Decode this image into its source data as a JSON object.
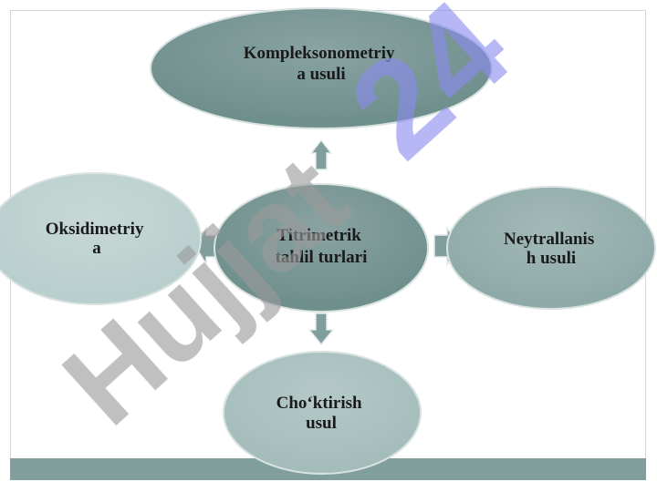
{
  "diagram": {
    "center": {
      "lines": [
        "Titrimetrik",
        "tahlil turlari"
      ],
      "fill": "#6f8f8d"
    },
    "nodes": {
      "top": {
        "lines": [
          "Kompleksonometriy",
          "a usuli"
        ],
        "fill": "#6f8f8d"
      },
      "right": {
        "lines": [
          "Neytrallanis",
          "h usuli"
        ],
        "fill": "#8eaaa8"
      },
      "bottom": {
        "lines": [
          "Cho‘ktirish",
          "usul"
        ],
        "fill": "#a4bdbb"
      },
      "left": {
        "lines": [
          "Oksidimetriy",
          "a"
        ],
        "fill": "#b9cfcd"
      }
    },
    "arrow_color": "#7f9e9c"
  },
  "watermark": {
    "word": "Hujjat",
    "number": "24",
    "word_color": "#9a9a9a",
    "number_color": "#8c8cf0"
  }
}
